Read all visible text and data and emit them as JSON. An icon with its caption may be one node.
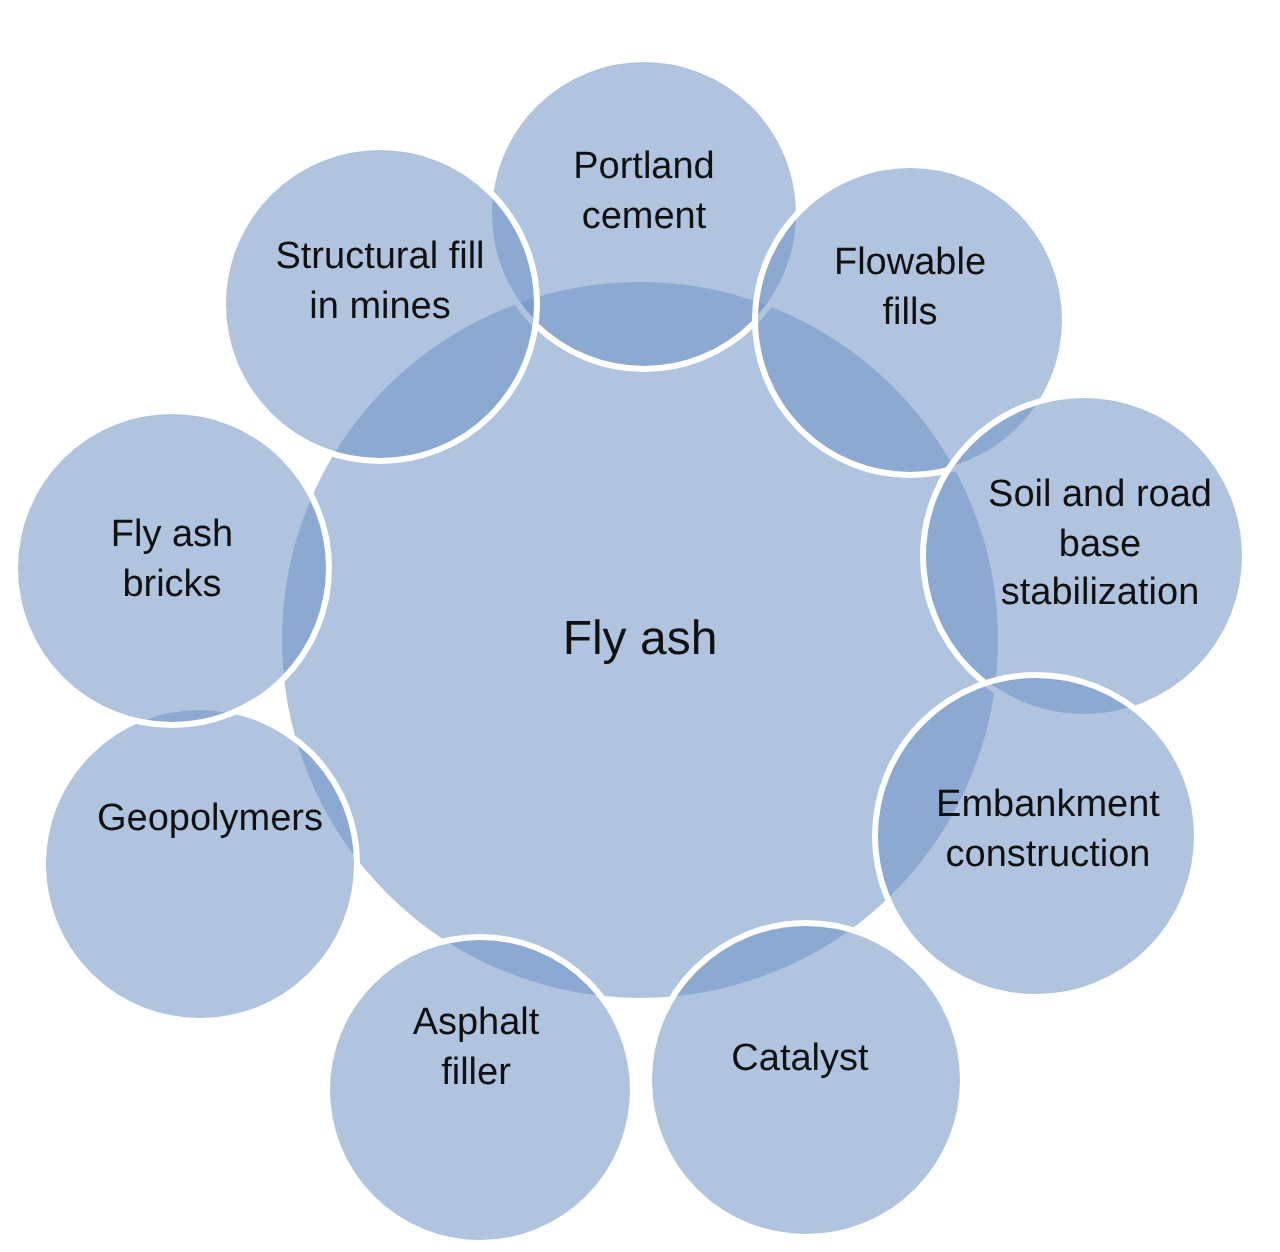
{
  "diagram": {
    "nodes": [
      {
        "text": [
          "Fly ash"
        ]
      },
      {
        "text": [
          "Portland cement"
        ]
      },
      {
        "text": [
          "Flowable fills"
        ]
      },
      {
        "text": [
          "Soil and road base stabilization"
        ]
      },
      {
        "text": [
          "Embankment construction"
        ]
      },
      {
        "text": [
          "Catalyst"
        ]
      },
      {
        "text": [
          "Asphalt filler"
        ]
      },
      {
        "text": [
          "Geopolymers"
        ]
      },
      {
        "text": [
          "Fly ash bricks"
        ]
      },
      {
        "text": [
          "Structural fill in mines"
        ]
      }
    ]
  }
}
